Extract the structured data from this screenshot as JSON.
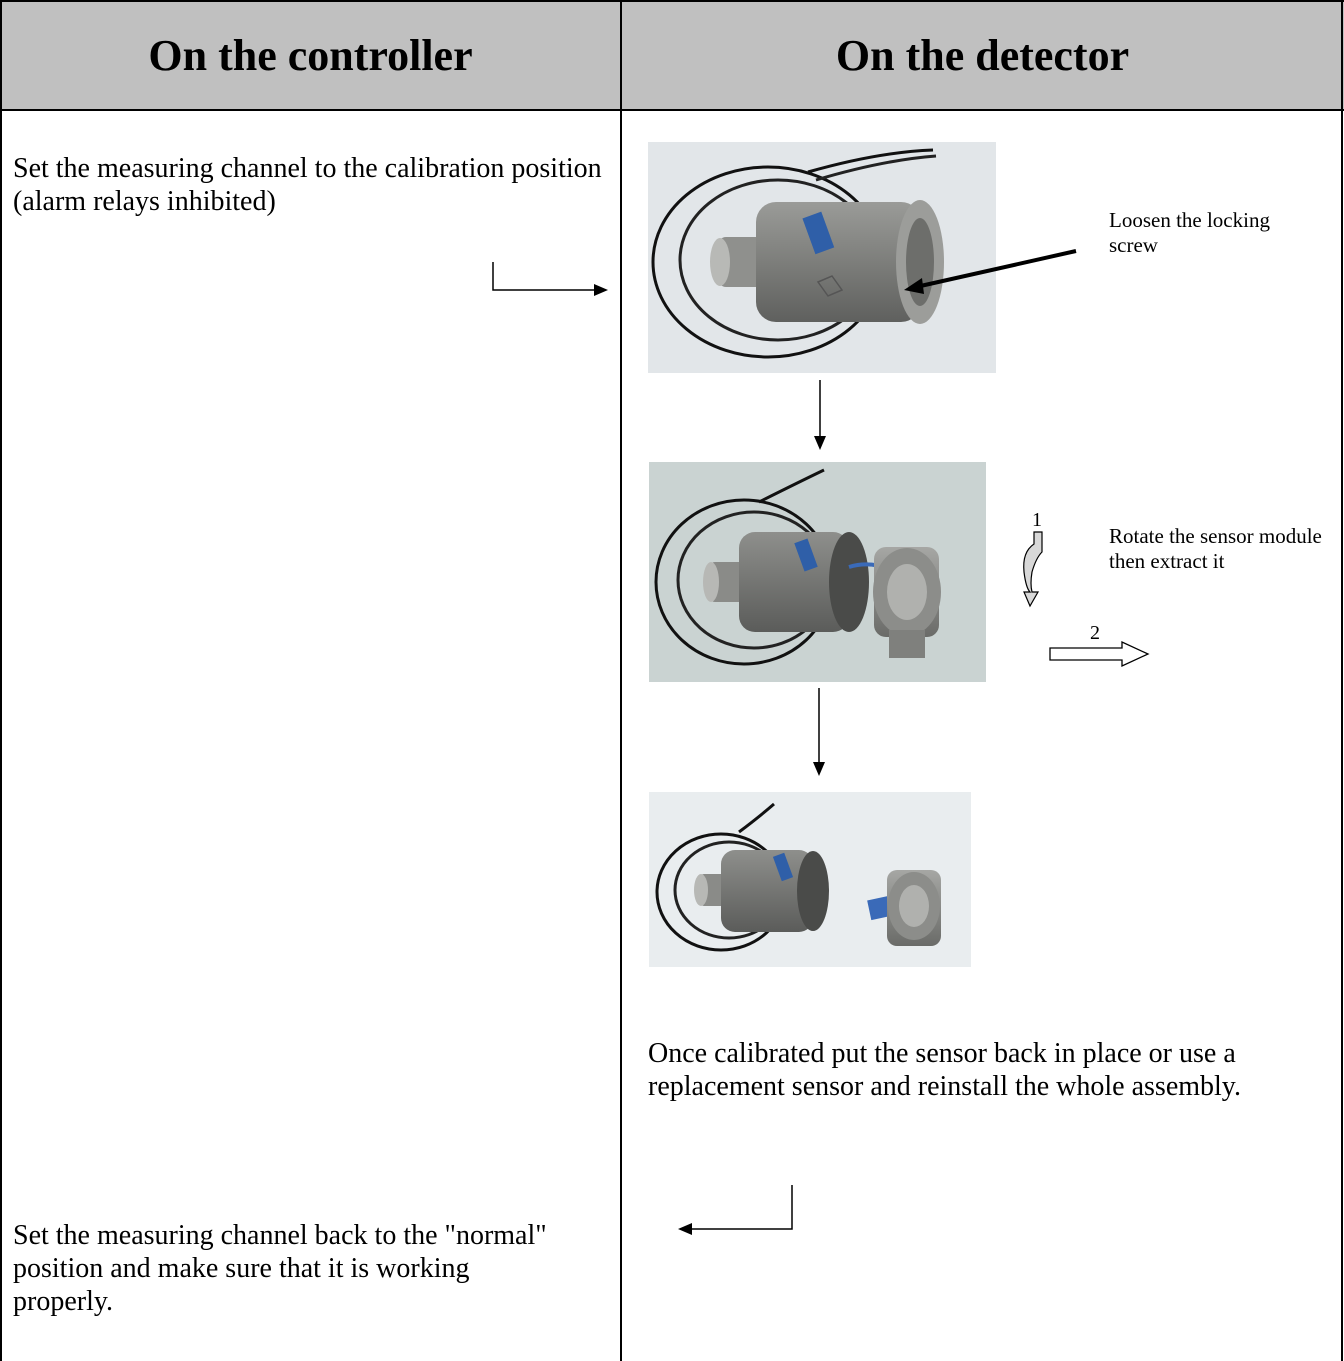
{
  "headers": {
    "controller": "On the controller",
    "detector": "On the detector"
  },
  "controller_steps": {
    "step1": "Set the measuring channel to the calibration position (alarm relays inhibited)",
    "step2": "Set the measuring channel back to the \"normal\" position and make sure that it is working properly."
  },
  "detector_steps": {
    "loosen": "Loosen the locking screw",
    "rotate": "Rotate the sensor module then extract it",
    "rotate_num": "1",
    "extract_num": "2",
    "reinstall": "Once calibrated put the sensor back in place or use a replacement sensor and reinstall the whole assembly."
  },
  "colors": {
    "header_bg": "#c0c0c0",
    "photo_bg_1": "#dfe3e6",
    "photo_bg_2": "#c9d2d1",
    "photo_bg_3": "#e8ecee"
  }
}
